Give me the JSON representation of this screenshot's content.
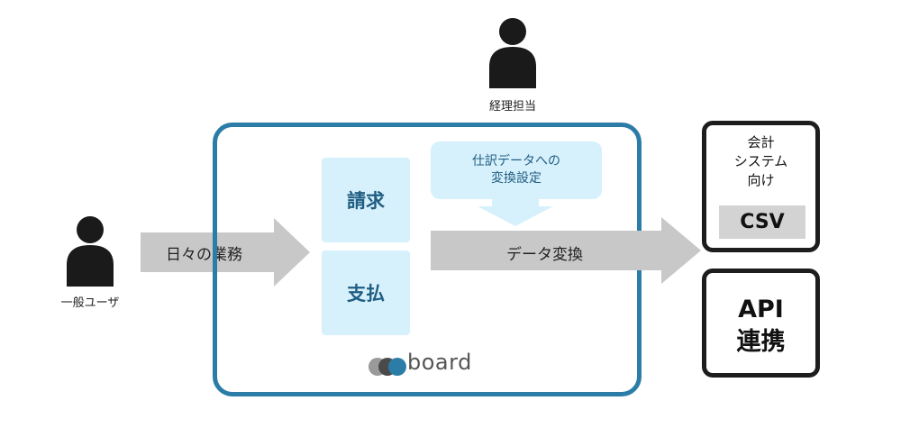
{
  "people": {
    "accounting": {
      "label": "経理担当"
    },
    "general_user": {
      "label": "一般ユーザ"
    }
  },
  "flow": {
    "input_arrow_label": "日々の業務",
    "conversion_arrow_label": "データ変換",
    "settings_callout": [
      "仕訳データへの",
      "変換設定"
    ]
  },
  "system": {
    "modules": [
      "請求",
      "支払"
    ],
    "logo_text": "board"
  },
  "outputs": {
    "csv": {
      "lines": [
        "会計",
        "システム",
        "向け"
      ],
      "badge": "CSV"
    },
    "api": {
      "lines": [
        "API",
        "連携"
      ]
    }
  },
  "colors": {
    "panel_border": "#2b7da8",
    "module_fill": "#d7f1fc",
    "module_text": "#1f5d82",
    "arrow_fill": "#c8c8c8",
    "person_fill": "#1a1a1a"
  }
}
